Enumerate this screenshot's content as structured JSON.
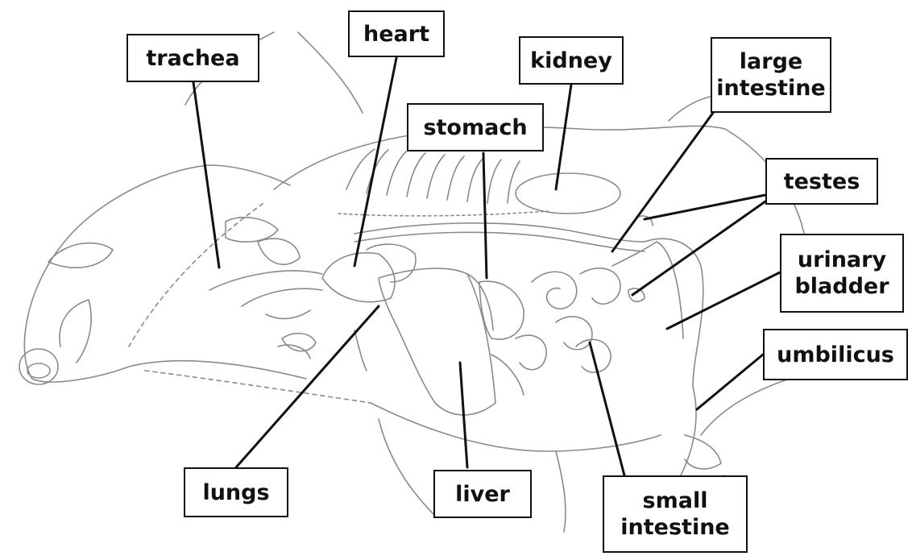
{
  "labels": {
    "trachea": "trachea",
    "heart": "heart",
    "kidney": "kidney",
    "large_intestine": [
      "large",
      "intestine"
    ],
    "stomach": "stomach",
    "testes": "testes",
    "urinary_bladder": [
      "urinary",
      "bladder"
    ],
    "umbilicus": "umbilicus",
    "lungs": "lungs",
    "liver": "liver",
    "small_intestine": [
      "small",
      "intestine"
    ]
  },
  "colors": {
    "sketch_line": "#8a8a8a",
    "leader_line": "#111111",
    "label_border": "#111111",
    "label_text": "#111111",
    "background": "#ffffff"
  }
}
